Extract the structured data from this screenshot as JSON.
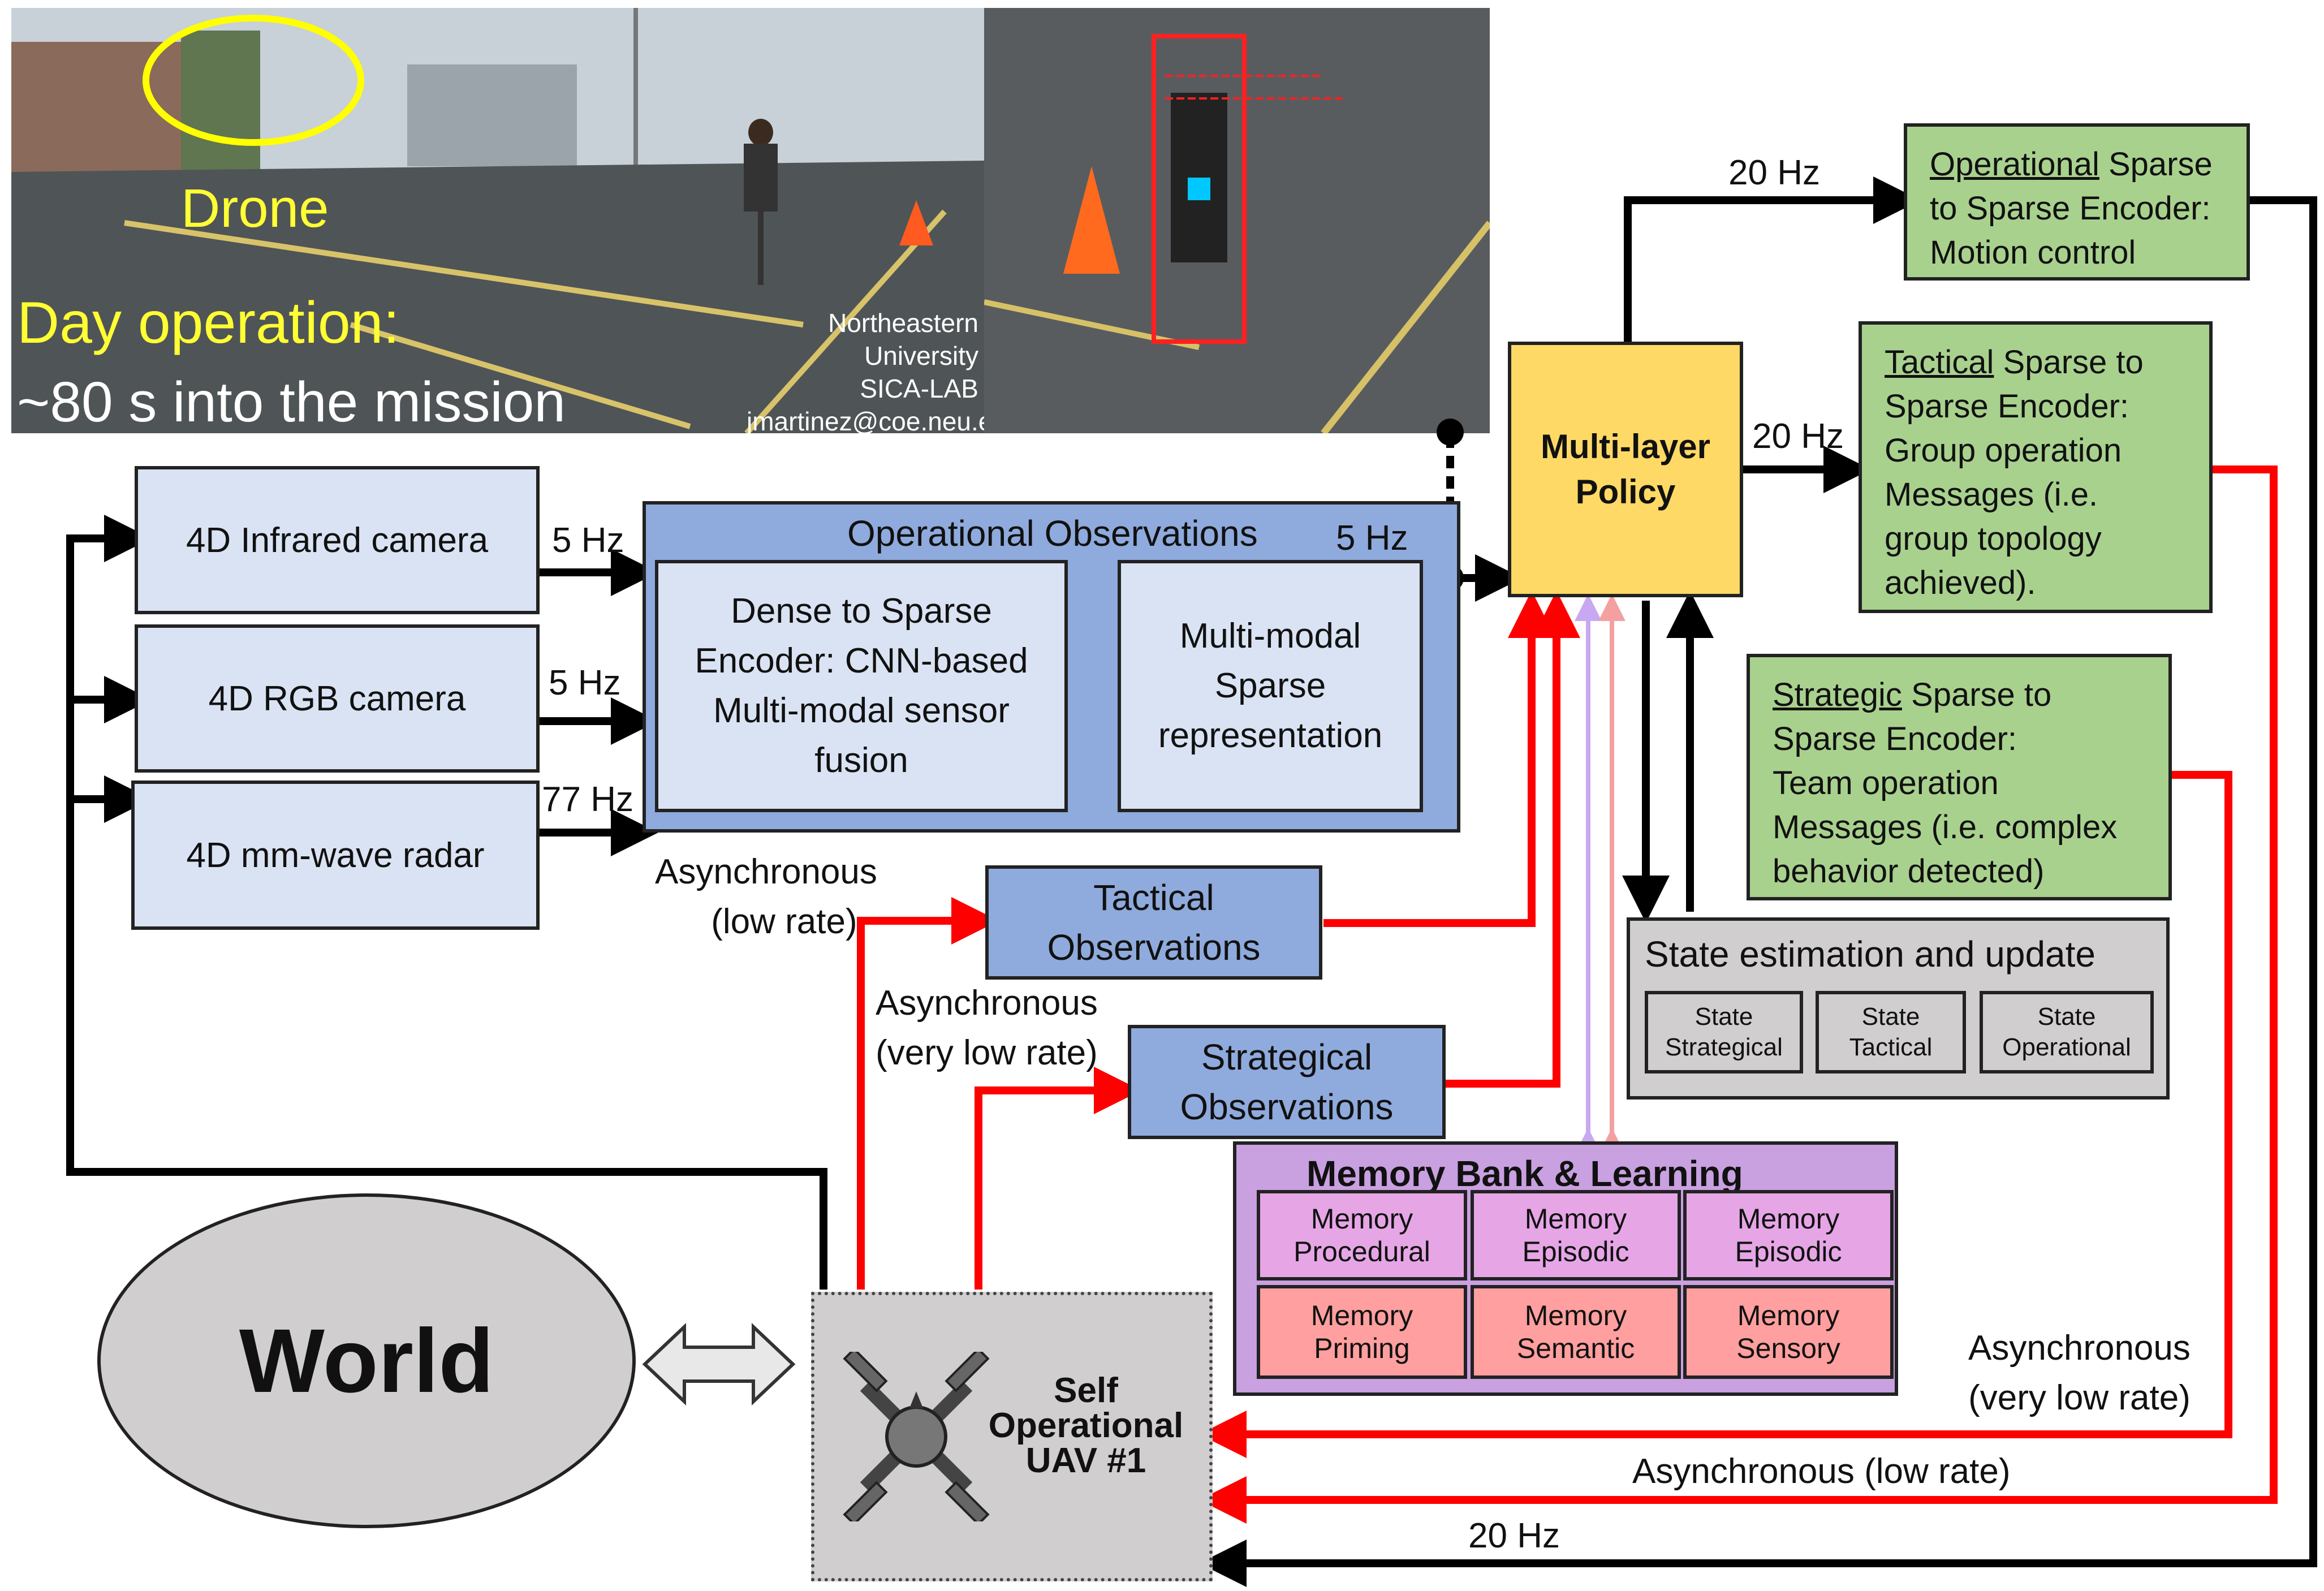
{
  "photo_left": {
    "drone_label": "Drone",
    "day_operation": "Day operation:",
    "mission_time": "~80 s into the mission",
    "credit_1": "Northeastern",
    "credit_2": "University",
    "credit_3": "SICA-LAB",
    "credit_4": "jmartinez@coe.neu.edu"
  },
  "sensors": {
    "infrared": "4D Infrared camera",
    "rgb": "4D RGB camera",
    "radar": "4D mm-wave radar"
  },
  "rates": {
    "infrared": "5 Hz",
    "rgb": "5 Hz",
    "radar": "77 Hz",
    "operational_out": "5 Hz",
    "policy_to_operational": "20 Hz",
    "policy_to_tactical": "20 Hz",
    "feedback_operational": "20 Hz",
    "async_low_1": "Asynchronous",
    "async_low_1b": "(low rate)",
    "async_vlow_1": "Asynchronous",
    "async_vlow_1b": "(very low rate)",
    "async_vlow_2": "Asynchronous",
    "async_vlow_2b": "(very low rate)",
    "async_low_2": "Asynchronous (low rate)"
  },
  "operational": {
    "title": "Operational Observations",
    "encoder": "Dense to Sparse Encoder: CNN-based Multi-modal sensor fusion",
    "encoder_lines": [
      "Dense to Sparse",
      "Encoder: CNN-based",
      "Multi-modal sensor",
      "fusion"
    ],
    "sparse_lines": [
      "Multi-modal",
      "Sparse",
      "representation"
    ]
  },
  "tactical_obs": [
    "Tactical",
    "Observations"
  ],
  "strategical_obs": [
    "Strategical",
    "Observations"
  ],
  "policy": [
    "Multi-layer",
    "Policy"
  ],
  "encoders": {
    "operational": {
      "key": "Operational",
      "rest_1": " Sparse",
      "lines": [
        "to Sparse Encoder:",
        "Motion control"
      ]
    },
    "tactical": {
      "key": "Tactical",
      "rest_1": " Sparse to",
      "lines": [
        "Sparse Encoder:",
        "Group operation",
        "Messages (i.e.",
        "group topology",
        "achieved)."
      ]
    },
    "strategic": {
      "key": "Strategic",
      "rest_1": " Sparse to",
      "lines": [
        "Sparse Encoder:",
        "Team operation",
        "Messages (i.e. complex",
        "behavior detected)"
      ]
    }
  },
  "state": {
    "title": "State estimation and update",
    "items": [
      [
        "State",
        "Strategical"
      ],
      [
        "State",
        "Tactical"
      ],
      [
        "State",
        "Operational"
      ]
    ]
  },
  "memory": {
    "title": "Memory Bank & Learning",
    "top": [
      [
        "Memory",
        "Procedural"
      ],
      [
        "Memory",
        "Episodic"
      ],
      [
        "Memory",
        "Episodic"
      ]
    ],
    "bottom": [
      [
        "Memory",
        "Priming"
      ],
      [
        "Memory",
        "Semantic"
      ],
      [
        "Memory",
        "Sensory"
      ]
    ]
  },
  "world": "World",
  "uav": [
    "Self",
    "Operational",
    "UAV #1"
  ],
  "colors": {
    "red": "#ff0000",
    "black": "#000000",
    "sensor": "#dae3f3",
    "obs": "#8faadc",
    "green": "#a9d18e",
    "policy": "#ffd966",
    "memory": "#c9a0e0"
  }
}
